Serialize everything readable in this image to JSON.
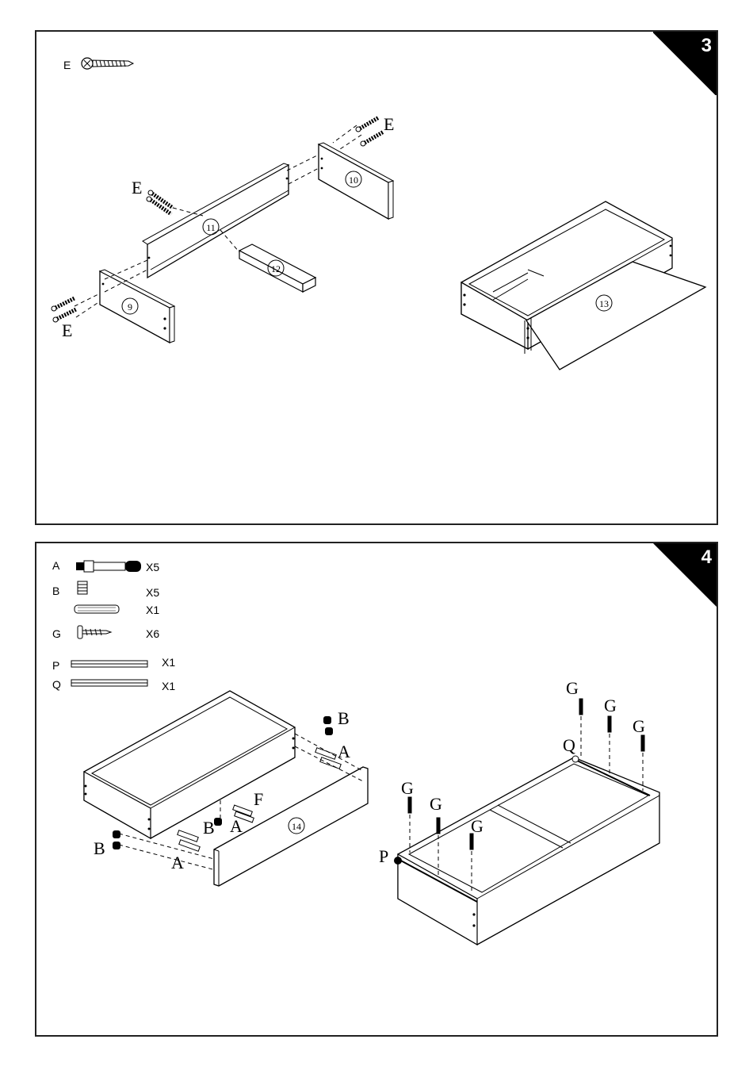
{
  "step3": {
    "step_number": "3",
    "legend": {
      "letter": "E"
    },
    "labels": {
      "screw_e_top_right": "E",
      "screw_e_left": "E",
      "screw_e_bottom_left": "E"
    },
    "parts": {
      "p9": "9",
      "p10": "10",
      "p11": "11",
      "p12": "12",
      "p13": "13"
    }
  },
  "step4": {
    "step_number": "4",
    "legend": [
      {
        "letter": "A",
        "qty": "X5"
      },
      {
        "letter": "B",
        "qty": "X5"
      },
      {
        "letter": "",
        "qty": "X1"
      },
      {
        "letter": "G",
        "qty": "X6"
      },
      {
        "letter": "P",
        "qty": "X1"
      },
      {
        "letter": "Q",
        "qty": "X1"
      }
    ],
    "labels": {
      "b_right": "B",
      "a_right": "A",
      "f_center": "F",
      "b_center": "B",
      "a_center": "A",
      "b_left": "B",
      "a_left": "A",
      "g1": "G",
      "g2": "G",
      "g3": "G",
      "g4": "G",
      "g5": "G",
      "g6": "G",
      "q": "Q",
      "p": "P"
    },
    "parts": {
      "p14": "14"
    }
  }
}
